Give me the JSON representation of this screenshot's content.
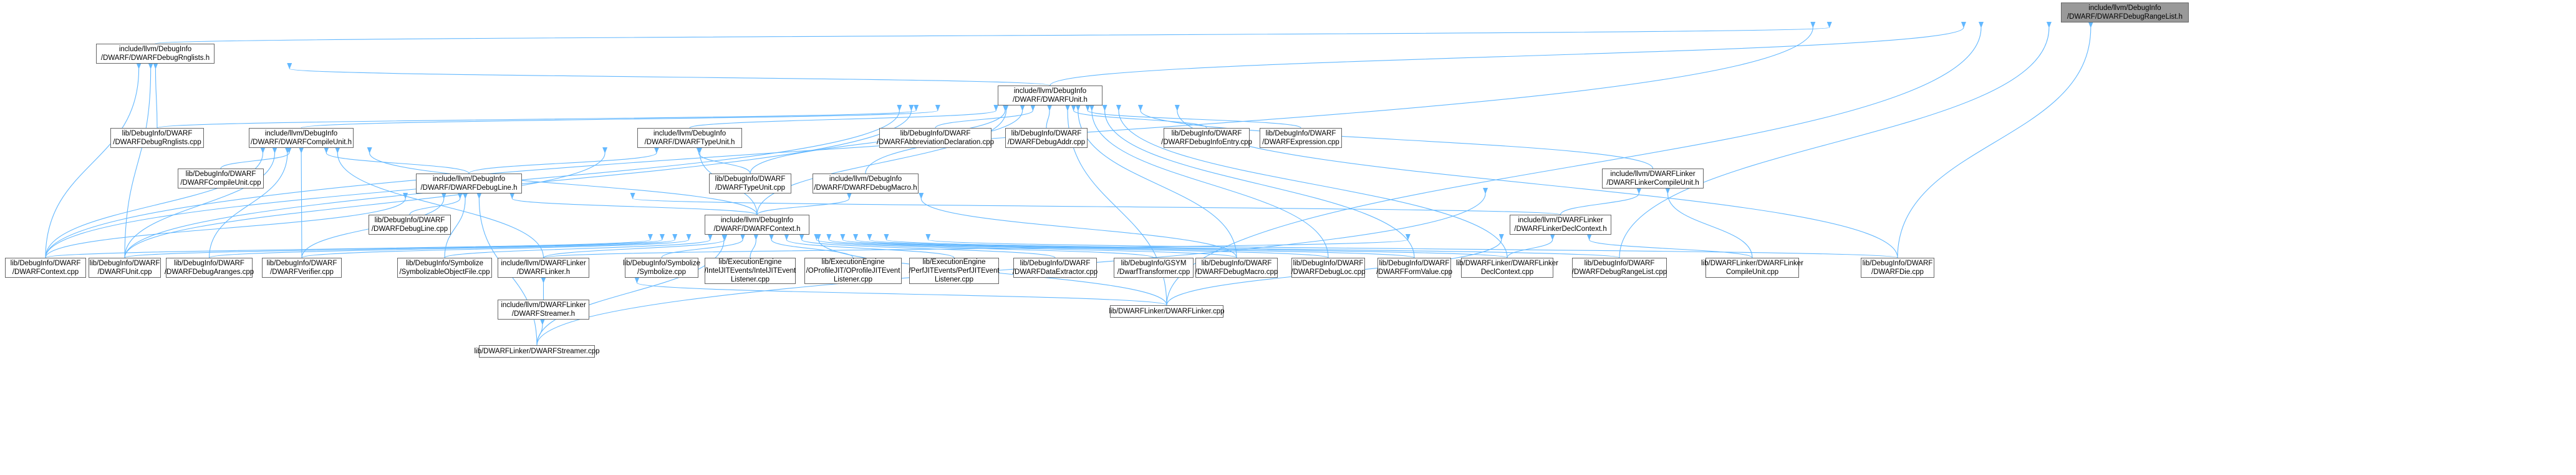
{
  "colors": {
    "edge": "#63b8ff",
    "edge_dark": "#1f4e9c",
    "node_border": "#666666",
    "root_fill": "#999999",
    "node_fill": "#ffffff"
  },
  "nodes": [
    {
      "id": "rangelist_h",
      "lines": [
        "include/llvm/DebugInfo",
        "/DWARF/DWARFDebugRangeList.h"
      ]
    },
    {
      "id": "rnglists_h",
      "lines": [
        "include/llvm/DebugInfo",
        "/DWARF/DWARFDebugRnglists.h"
      ]
    },
    {
      "id": "unit_h",
      "lines": [
        "include/llvm/DebugInfo",
        "/DWARF/DWARFUnit.h"
      ]
    },
    {
      "id": "rnglists_cpp",
      "lines": [
        "lib/DebugInfo/DWARF",
        "/DWARFDebugRnglists.cpp"
      ]
    },
    {
      "id": "compileunit_h",
      "lines": [
        "include/llvm/DebugInfo",
        "/DWARF/DWARFCompileUnit.h"
      ]
    },
    {
      "id": "typeunit_h",
      "lines": [
        "include/llvm/DebugInfo",
        "/DWARF/DWARFTypeUnit.h"
      ]
    },
    {
      "id": "abbrev_cpp",
      "lines": [
        "lib/DebugInfo/DWARF",
        "/DWARFAbbreviationDeclaration.cpp"
      ]
    },
    {
      "id": "addr_cpp",
      "lines": [
        "lib/DebugInfo/DWARF",
        "/DWARFDebugAddr.cpp"
      ]
    },
    {
      "id": "infoentry_cpp",
      "lines": [
        "lib/DebugInfo/DWARF",
        "/DWARFDebugInfoEntry.cpp"
      ]
    },
    {
      "id": "expression_cpp",
      "lines": [
        "lib/DebugInfo/DWARF",
        "/DWARFExpression.cpp"
      ]
    },
    {
      "id": "linkercu_h",
      "lines": [
        "include/llvm/DWARFLinker",
        "/DWARFLinkerCompileUnit.h"
      ]
    },
    {
      "id": "compileunit_cpp",
      "lines": [
        "lib/DebugInfo/DWARF",
        "/DWARFCompileUnit.cpp"
      ]
    },
    {
      "id": "debugline_h",
      "lines": [
        "include/llvm/DebugInfo",
        "/DWARF/DWARFDebugLine.h"
      ]
    },
    {
      "id": "typeunit_cpp",
      "lines": [
        "lib/DebugInfo/DWARF",
        "/DWARFTypeUnit.cpp"
      ]
    },
    {
      "id": "debugmacro_h",
      "lines": [
        "include/llvm/DebugInfo",
        "/DWARF/DWARFDebugMacro.h"
      ]
    },
    {
      "id": "linkerdecl_h",
      "lines": [
        "include/llvm/DWARFLinker",
        "/DWARFLinkerDeclContext.h"
      ]
    },
    {
      "id": "debugline_cpp",
      "lines": [
        "lib/DebugInfo/DWARF",
        "/DWARFDebugLine.cpp"
      ]
    },
    {
      "id": "context_h",
      "lines": [
        "include/llvm/DebugInfo",
        "/DWARF/DWARFContext.h"
      ]
    },
    {
      "id": "context_cpp",
      "lines": [
        "lib/DebugInfo/DWARF",
        "/DWARFContext.cpp"
      ]
    },
    {
      "id": "unit_cpp",
      "lines": [
        "lib/DebugInfo/DWARF",
        "/DWARFUnit.cpp"
      ]
    },
    {
      "id": "aranges_cpp",
      "lines": [
        "lib/DebugInfo/DWARF",
        "/DWARFDebugAranges.cpp"
      ]
    },
    {
      "id": "verifier_cpp",
      "lines": [
        "lib/DebugInfo/DWARF",
        "/DWARFVerifier.cpp"
      ]
    },
    {
      "id": "symbolizable_cpp",
      "lines": [
        "lib/DebugInfo/Symbolize",
        "/SymbolizableObjectFile.cpp"
      ]
    },
    {
      "id": "dwarflinker_h",
      "lines": [
        "include/llvm/DWARFLinker",
        "/DWARFLinker.h"
      ]
    },
    {
      "id": "symbolize_cpp",
      "lines": [
        "lib/DebugInfo/Symbolize",
        "/Symbolize.cpp"
      ]
    },
    {
      "id": "intel_cpp",
      "lines": [
        "lib/ExecutionEngine",
        "/IntelJITEvents/IntelJITEvent",
        "Listener.cpp"
      ]
    },
    {
      "id": "oprofile_cpp",
      "lines": [
        "lib/ExecutionEngine",
        "/OProfileJIT/OProfileJITEvent",
        "Listener.cpp"
      ]
    },
    {
      "id": "perf_cpp",
      "lines": [
        "lib/ExecutionEngine",
        "/PerfJITEvents/PerfJITEvent",
        "Listener.cpp"
      ]
    },
    {
      "id": "dataextractor_cpp",
      "lines": [
        "lib/DebugInfo/DWARF",
        "/DWARFDataExtractor.cpp"
      ]
    },
    {
      "id": "gsym_cpp",
      "lines": [
        "lib/DebugInfo/GSYM",
        "/DwarfTransformer.cpp"
      ]
    },
    {
      "id": "debugmacro_cpp",
      "lines": [
        "lib/DebugInfo/DWARF",
        "/DWARFDebugMacro.cpp"
      ]
    },
    {
      "id": "debugloc_cpp",
      "lines": [
        "lib/DebugInfo/DWARF",
        "/DWARFDebugLoc.cpp"
      ]
    },
    {
      "id": "formvalue_cpp",
      "lines": [
        "lib/DebugInfo/DWARF",
        "/DWARFFormValue.cpp"
      ]
    },
    {
      "id": "linkerdecl_cpp",
      "lines": [
        "lib/DWARFLinker/DWARFLinker",
        "DeclContext.cpp"
      ]
    },
    {
      "id": "rangelist_cpp",
      "lines": [
        "lib/DebugInfo/DWARF",
        "/DWARFDebugRangeList.cpp"
      ]
    },
    {
      "id": "linkercu_cpp",
      "lines": [
        "lib/DWARFLinker/DWARFLinker",
        "CompileUnit.cpp"
      ]
    },
    {
      "id": "die_cpp",
      "lines": [
        "lib/DebugInfo/DWARF",
        "/DWARFDie.cpp"
      ]
    },
    {
      "id": "streamer_h",
      "lines": [
        "include/llvm/DWARFLinker",
        "/DWARFStreamer.h"
      ]
    },
    {
      "id": "linker_cpp",
      "lines": [
        "lib/DWARFLinker/DWARFLinker.cpp"
      ]
    },
    {
      "id": "streamer_cpp",
      "lines": [
        "lib/DWARFLinker/DWARFStreamer.cpp"
      ]
    }
  ]
}
